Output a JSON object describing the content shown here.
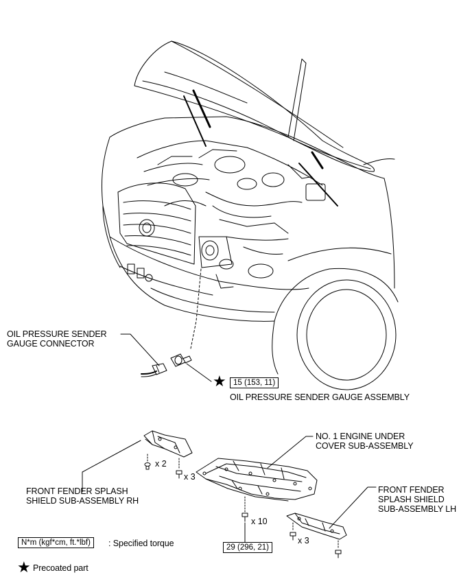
{
  "labels": {
    "oil_connector": "OIL PRESSURE SENDER\nGAUGE CONNECTOR",
    "oil_sender_assembly": "OIL PRESSURE SENDER GAUGE ASSEMBLY",
    "engine_under_cover": "NO. 1 ENGINE UNDER\nCOVER SUB-ASSEMBLY",
    "splash_shield_rh": "FRONT FENDER SPLASH\nSHIELD SUB-ASSEMBLY RH",
    "splash_shield_lh": "FRONT FENDER\nSPLASH SHIELD\nSUB-ASSEMBLY LH"
  },
  "torque": {
    "oil_sender": "15 (153, 11)",
    "under_cover": "29 (296, 21)"
  },
  "quantities": {
    "rh_clip": "x 2",
    "rh_bolt": "x 3",
    "cover_bolt": "x 10",
    "lh_bolt": "x 3"
  },
  "legend": {
    "torque_unit_box": "N*m (kgf*cm, ft.*lbf)",
    "torque_desc": ": Specified torque",
    "precoated_symbol": "★",
    "precoated_desc": "Precoated part"
  },
  "symbols": {
    "precoat_star": "★"
  }
}
